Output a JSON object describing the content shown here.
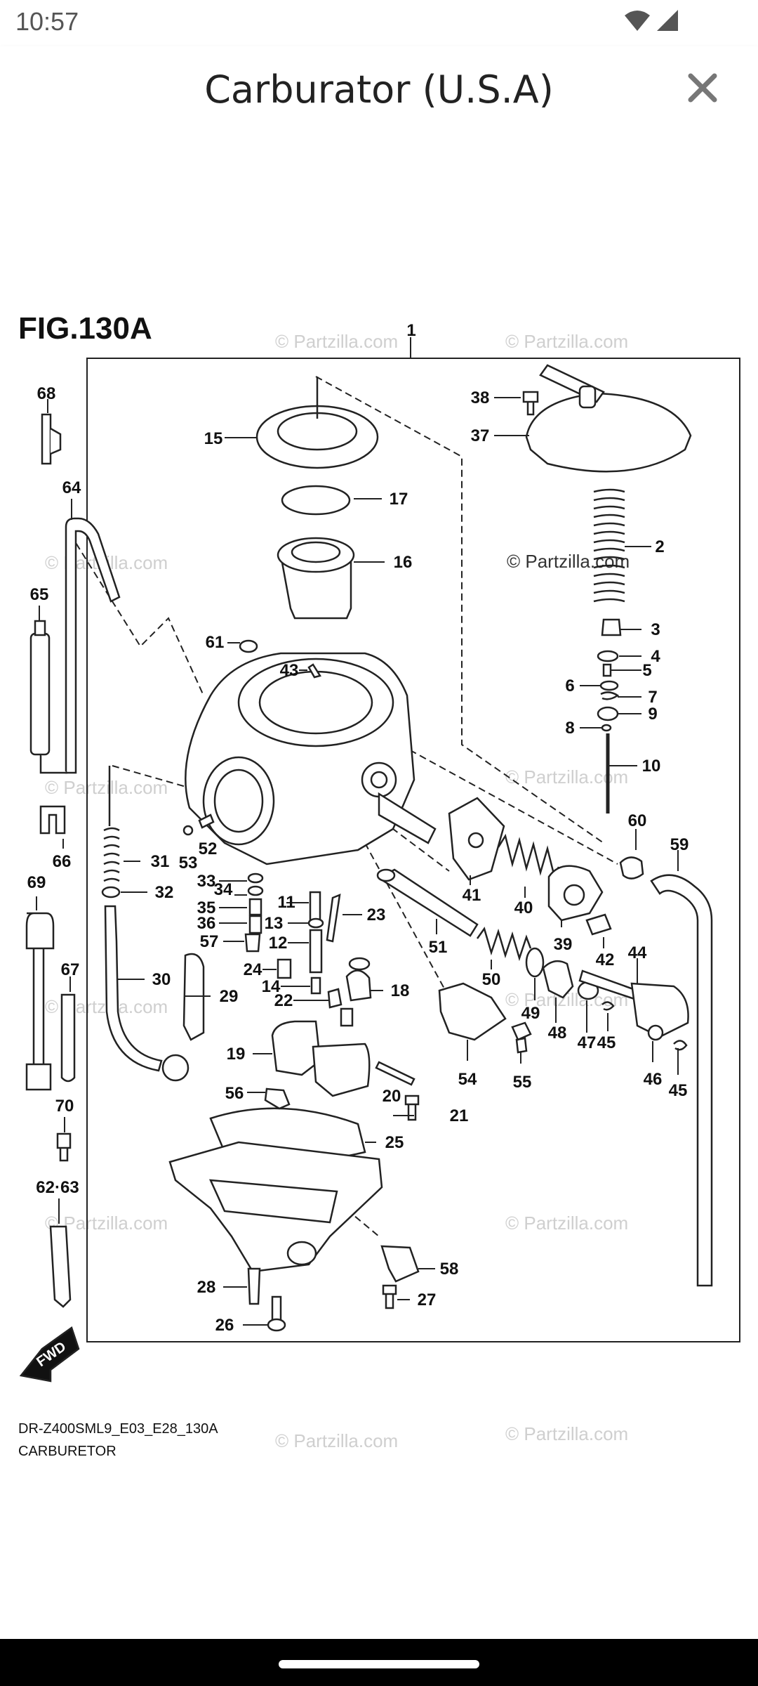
{
  "status": {
    "time": "10:57"
  },
  "app_bar": {
    "title": "Carburator (U.S.A)"
  },
  "figure": {
    "fig_title": "FIG.130A",
    "code": "DR-Z400SML9_E03_E28_130A",
    "caption": "CARBURETOR",
    "watermark": "© Partzilla.com",
    "fwd_label": "FWD",
    "callouts": [
      "1",
      "2",
      "3",
      "4",
      "5",
      "6",
      "7",
      "8",
      "9",
      "10",
      "11",
      "12",
      "13",
      "14",
      "15",
      "16",
      "17",
      "18",
      "19",
      "20",
      "21",
      "22",
      "23",
      "24",
      "25",
      "26",
      "27",
      "28",
      "29",
      "30",
      "31",
      "32",
      "33",
      "34",
      "35",
      "36",
      "37",
      "38",
      "39",
      "40",
      "41",
      "42",
      "43",
      "44",
      "45",
      "45",
      "46",
      "47",
      "48",
      "49",
      "50",
      "51",
      "52",
      "53",
      "54",
      "55",
      "56",
      "57",
      "58",
      "59",
      "60",
      "61",
      "62·63",
      "64",
      "65",
      "66",
      "67",
      "68",
      "69",
      "70"
    ]
  }
}
